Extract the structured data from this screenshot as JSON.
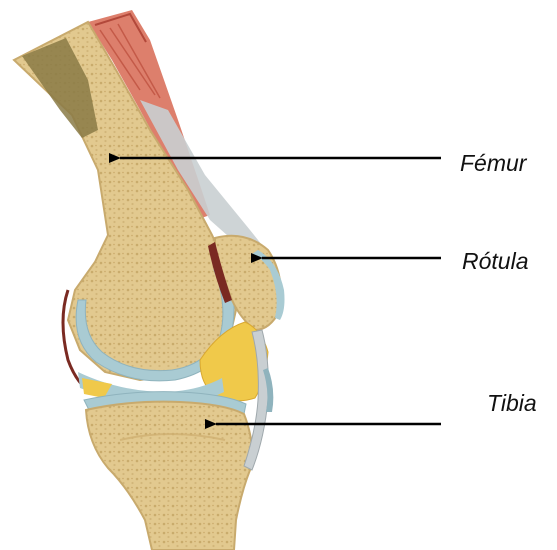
{
  "labels": {
    "femur": "Fémur",
    "rotula": "Rótula",
    "tibia": "Tibia"
  },
  "colors": {
    "bone": "#e2c98f",
    "marrow": "#8a7a45",
    "cartilage": "#a9cbd3",
    "fat_pad": "#f0c94a",
    "muscle": "#d9715c",
    "synovium": "#7a2a22",
    "arrow": "#000000"
  },
  "icons": [
    "arrow-left-icon"
  ]
}
